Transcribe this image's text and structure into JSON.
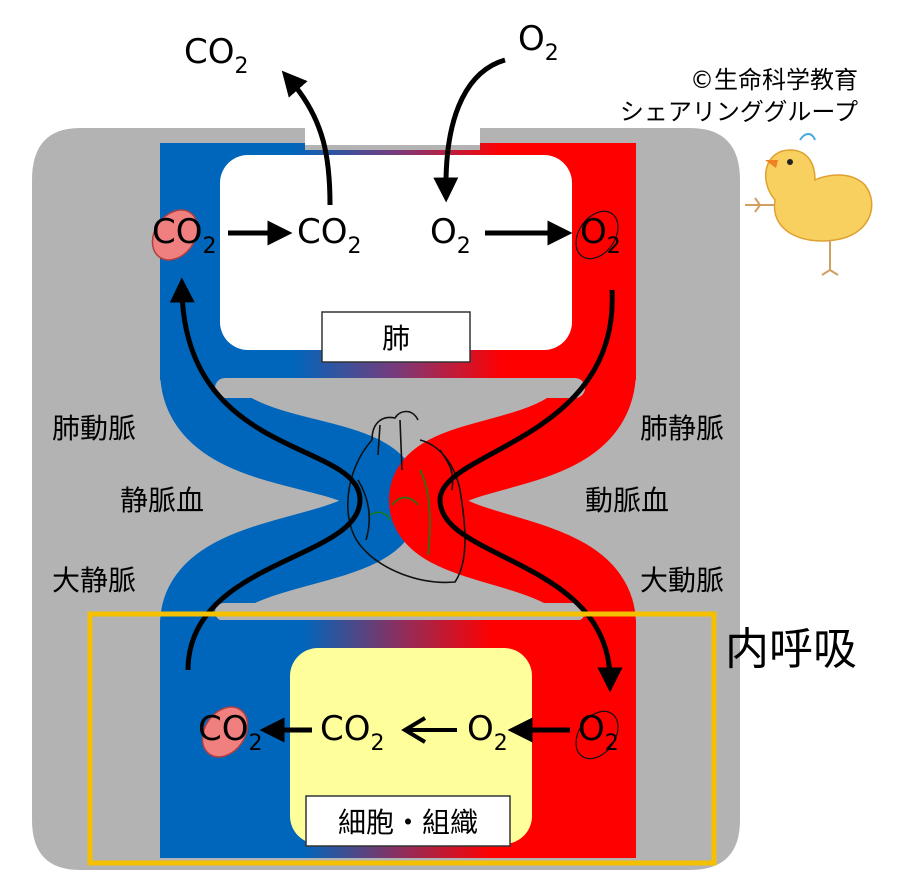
{
  "copyright": {
    "line1": "©生命科学教育",
    "line2": "シェアリンググループ"
  },
  "gases": {
    "co2": "CO",
    "o2": "O",
    "subscript": "2"
  },
  "boxes": {
    "lung": "肺",
    "cells": "細胞・組織"
  },
  "labels": {
    "pulmonary_artery": "肺動脈",
    "venous_blood": "静脈血",
    "vena_cava": "大静脈",
    "pulmonary_vein": "肺静脈",
    "arterial_blood": "動脈血",
    "aorta": "大動脈",
    "internal_respiration": "内呼吸"
  },
  "colors": {
    "venous": "#0066bb",
    "arterial": "#ff0000",
    "background": "#b3b3b3",
    "cell": "#fefe9a",
    "frame": "#f5c000",
    "rbc": "#f08080"
  }
}
